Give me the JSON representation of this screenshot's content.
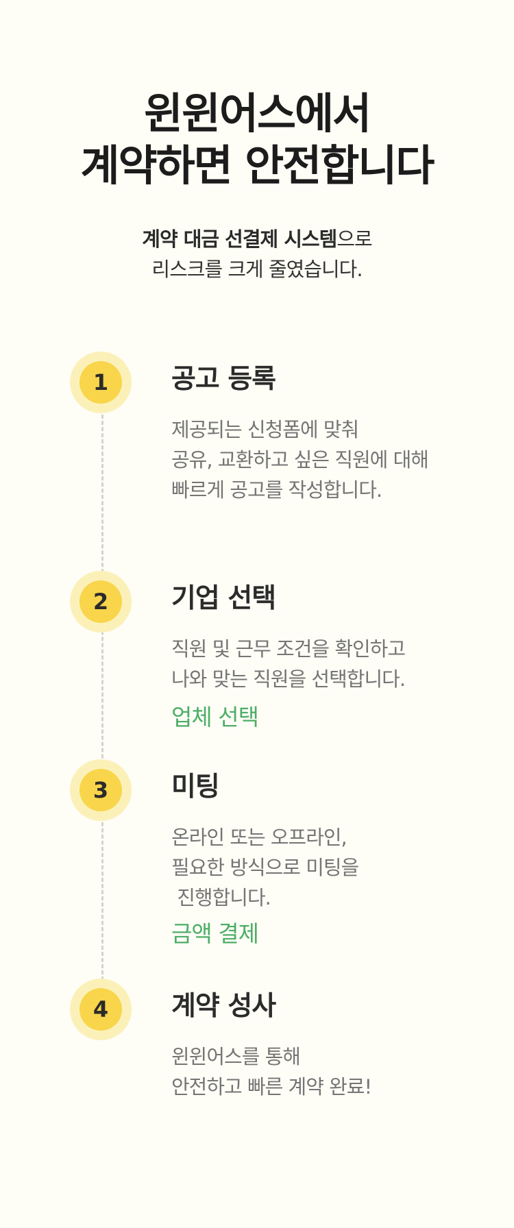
{
  "hero": {
    "title_lines": [
      "윈윈어스에서",
      "계약하면 안전합니다"
    ],
    "subtitle_bold": "계약 대금 선결제 시스템",
    "subtitle_rest": "으로",
    "subtitle_line2": "리스크를 크게 줄였습니다."
  },
  "steps": [
    {
      "number": "1",
      "title": "공고 등록",
      "desc": [
        "제공되는 신청폼에 맞춰",
        "공유, 교환하고 싶은 직원에 대해",
        "빠르게 공고를 작성합니다."
      ]
    },
    {
      "number": "2",
      "title": "기업 선택",
      "desc": [
        "직원 및 근무 조건을 확인하고",
        "나와 맞는 직원을 선택합니다."
      ],
      "link": "업체 선택"
    },
    {
      "number": "3",
      "title": "미팅",
      "desc": [
        "온라인 또는 오프라인,",
        "필요한 방식으로 미팅을",
        " 진행합니다."
      ],
      "link": "금액 결제"
    },
    {
      "number": "4",
      "title": "계약 성사",
      "desc": [
        "윈윈어스를 통해",
        "안전하고 빠른 계약 완료!"
      ]
    }
  ],
  "colors": {
    "background": "#fefdf6",
    "badge": "#f8d54a",
    "badge_halo": "#fbf1b8",
    "link": "#4cae67",
    "description": "#757575"
  }
}
